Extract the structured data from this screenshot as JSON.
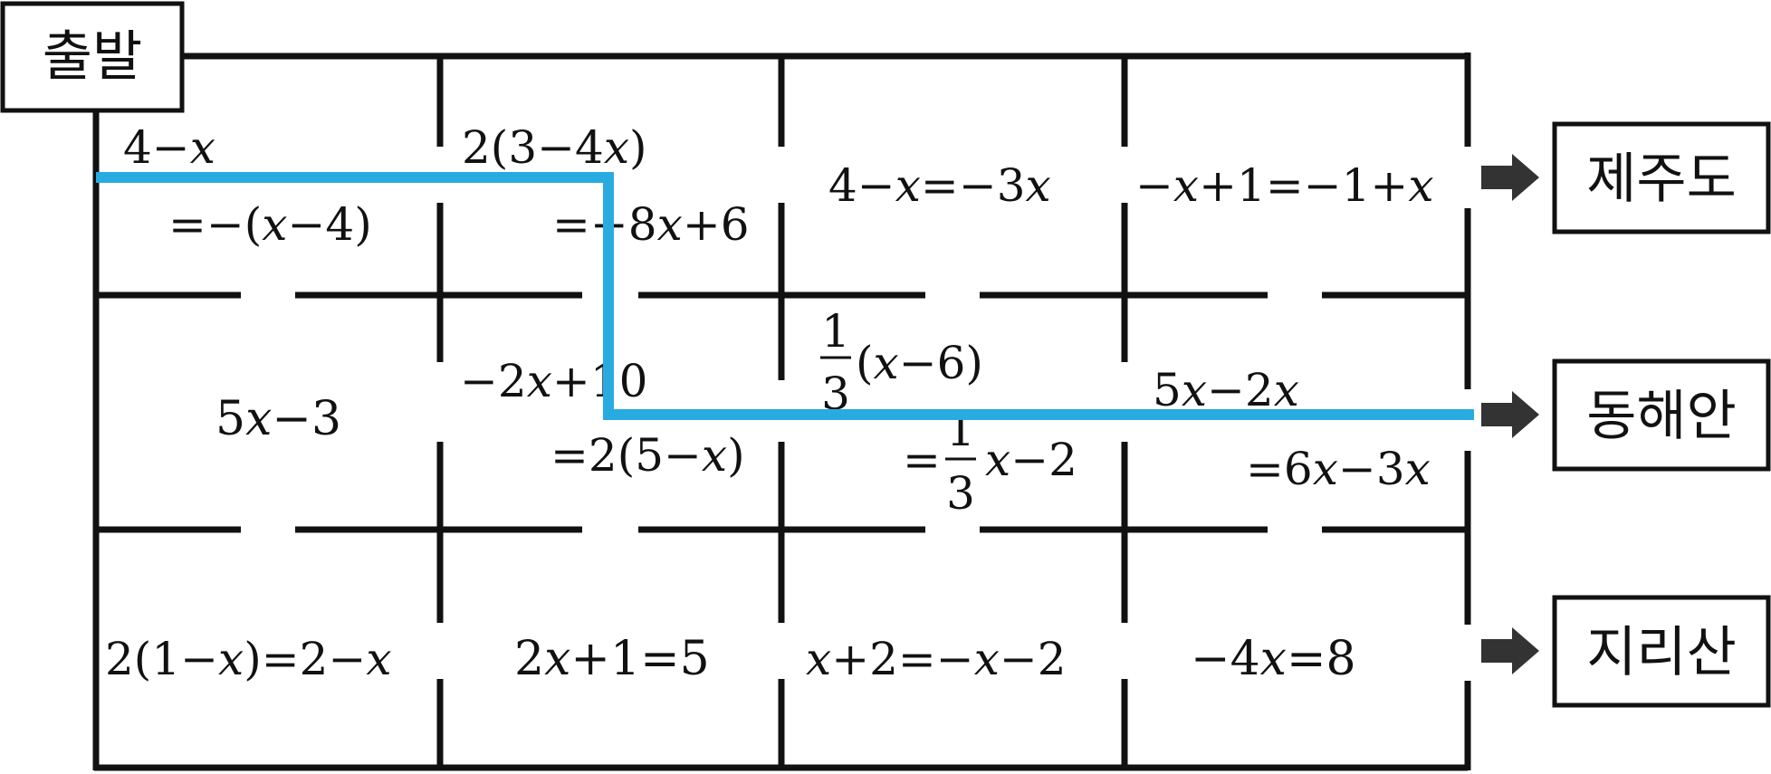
{
  "start_label": "출발",
  "destinations": [
    {
      "id": "jeju",
      "label": "제주도"
    },
    {
      "id": "donghae",
      "label": "동해안"
    },
    {
      "id": "jirisan",
      "label": "지리산"
    }
  ],
  "cells": {
    "r1c1": {
      "line1": "4−",
      "var1": "x",
      "line2a": "=−(",
      "var2": "x",
      "line2b": "−4)"
    },
    "r1c2": {
      "line1a": "2(3−4",
      "var1": "x",
      "line1b": ")",
      "line2a": "=−8",
      "var2": "x",
      "line2b": "+6"
    },
    "r1c3": {
      "a": "4−",
      "v1": "x",
      "b": "=−3",
      "v2": "x"
    },
    "r1c4": {
      "a": "−",
      "v1": "x",
      "b": "+1=−1+",
      "v2": "x"
    },
    "r2c1": {
      "a": "5",
      "v1": "x",
      "b": "−3"
    },
    "r2c2": {
      "line1a": "−2",
      "var1": "x",
      "line1b": "+10",
      "line2a": "=2(5−",
      "var2": "x",
      "line2b": ")"
    },
    "r2c3": {
      "num": "1",
      "den": "3",
      "line1a": "(",
      "var1": "x",
      "line1b": "−6)",
      "eq": "=",
      "num2": "1",
      "den2": "3",
      "var2": "x",
      "line2b": "−2"
    },
    "r2c4": {
      "line1a": "5",
      "var1": "x",
      "line1b": "−2",
      "var1b": "x",
      "line2a": "=6",
      "var2": "x",
      "line2b": "−3",
      "var2b": "x"
    },
    "r3c1": {
      "a": "2(1−",
      "v1": "x",
      "b": ")=2−",
      "v2": "x"
    },
    "r3c2": {
      "a": "2",
      "v1": "x",
      "b": "+1=5"
    },
    "r3c3": {
      "v1": "x",
      "a": "+2=−",
      "v2": "x",
      "b": "−2"
    },
    "r3c4": {
      "a": "−4",
      "v1": "x",
      "b": "=8"
    }
  },
  "colors": {
    "path": "#29abe2",
    "line": "#111111",
    "arrow": "#333333"
  }
}
